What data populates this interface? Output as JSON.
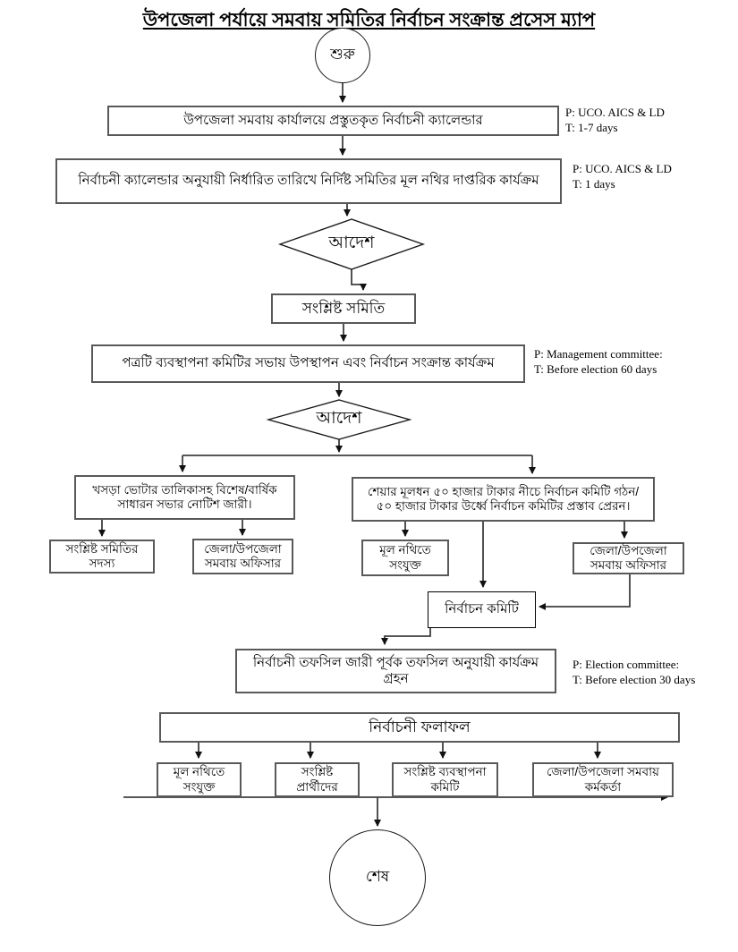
{
  "title": "উপজেলা পর্যায়ে সমবায় সমিতির নির্বাচন সংক্রান্ত প্রসেস ম্যাপ",
  "nodes": {
    "start": "শুরু",
    "calendar": "উপজেলা সমবায় কার্যালয়ে প্রস্তুতকৃত নির্বাচনী ক্যালেন্ডার",
    "main_file_work": "নির্বাচনী ক্যালেন্ডার অনুযায়ী নির্ধারিত তারিখে নির্দিষ্ট সমিতির মূল নথির দাপ্তরিক কার্যক্রম",
    "decision1": "আদেশ",
    "society": "সংশ্লিষ্ট সমিতি",
    "committee_meeting": "পত্রটি ব্যবস্থাপনা কমিটির সভায় উপস্থাপন এবং নির্বাচন সংক্রান্ত কার্যক্রম",
    "decision2": "আদেশ",
    "voter_list_notice": "খসড়া ভোটার তালিকাসহ বিশেষ/বার্ষিক সাধারন সভার নোটিশ জারী।",
    "society_members": "সংশ্লিষ্ট সমিতির সদস্য",
    "coop_officer_left": "জেলা/উপজেলা সমবায় অফিসার",
    "share_capital": "শেয়ার মূলধন ৫০ হাজার টাকার নীচে নির্বাচন কমিটি গঠন/ ৫০ হাজার টাকার উর্ধ্বে নির্বাচন কমিটির প্রস্তাব প্রেরন।",
    "attach_main_file": "মূল নথিতে সংযুক্ত",
    "coop_officer_right": "জেলা/উপজেলা সমবায় অফিসার",
    "election_committee": "নির্বাচন কমিটি",
    "schedule_action": "নির্বাচনী তফসিল জারী পূর্বক তফসিল অনুযায়ী কার্যক্রম গ্রহন",
    "results": "নির্বাচনী ফলাফল",
    "result_attach_file": "মূল নথিতে সংযুক্ত",
    "result_candidates": "সংশ্লিষ্ট প্রার্থীদের",
    "result_mgmt_committee": "সংশ্লিষ্ট ব্যবস্থাপনা কমিটি",
    "result_coop_officer": "জেলা/উপজেলা সমবায় কর্মকর্তা",
    "end": "শেষ"
  },
  "notes": {
    "n1": {
      "p": "P: UCO. AICS & LD",
      "t": "T: 1-7 days"
    },
    "n2": {
      "p": "P: UCO. AICS & LD",
      "t": "T: 1 days"
    },
    "n3": {
      "p": "P: Management committee:",
      "t": "T: Before election 60 days"
    },
    "n4": {
      "p": "P: Election committee:",
      "t": "T: Before election 30 days"
    }
  },
  "colors": {
    "border_gray": "#595959",
    "line": "#3f3f3f",
    "ink": "#000000"
  }
}
